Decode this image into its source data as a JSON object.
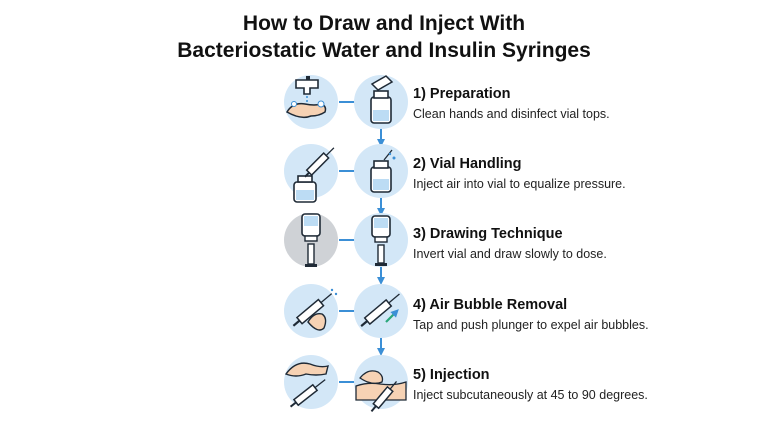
{
  "title": {
    "line1": "How to Draw and Inject With",
    "line2": "Bacteriostatic Water and Insulin Syringes"
  },
  "colors": {
    "circle_fill": "#d3e7f7",
    "circle_gray": "#cfd2d6",
    "connector": "#3b8fd6",
    "outline": "#1f2a36",
    "skin": "#f6d2b4"
  },
  "steps": [
    {
      "heading": "1) Preparation",
      "desc": "Clean hands and disinfect vial tops.",
      "icons": [
        "hand-washing-icon",
        "vial-swab-icon"
      ]
    },
    {
      "heading": "2) Vial Handling",
      "desc": "Inject air into vial to equalize pressure.",
      "icons": [
        "syringe-icon",
        "vial-air-injection-icon"
      ]
    },
    {
      "heading": "3) Drawing Technique",
      "desc": "Invert vial and draw slowly to dose.",
      "icons": [
        "inverted-vial-syringe-icon",
        "inverted-vial-draw-icon"
      ]
    },
    {
      "heading": "4) Air Bubble Removal",
      "desc": "Tap and push plunger to expel air bubbles.",
      "icons": [
        "syringe-tap-icon",
        "syringe-plunger-push-icon"
      ]
    },
    {
      "heading": "5) Injection",
      "desc": "Inject subcutaneously at 45 to 90 degrees.",
      "icons": [
        "skin-pinch-icon",
        "subcutaneous-injection-icon"
      ]
    }
  ]
}
